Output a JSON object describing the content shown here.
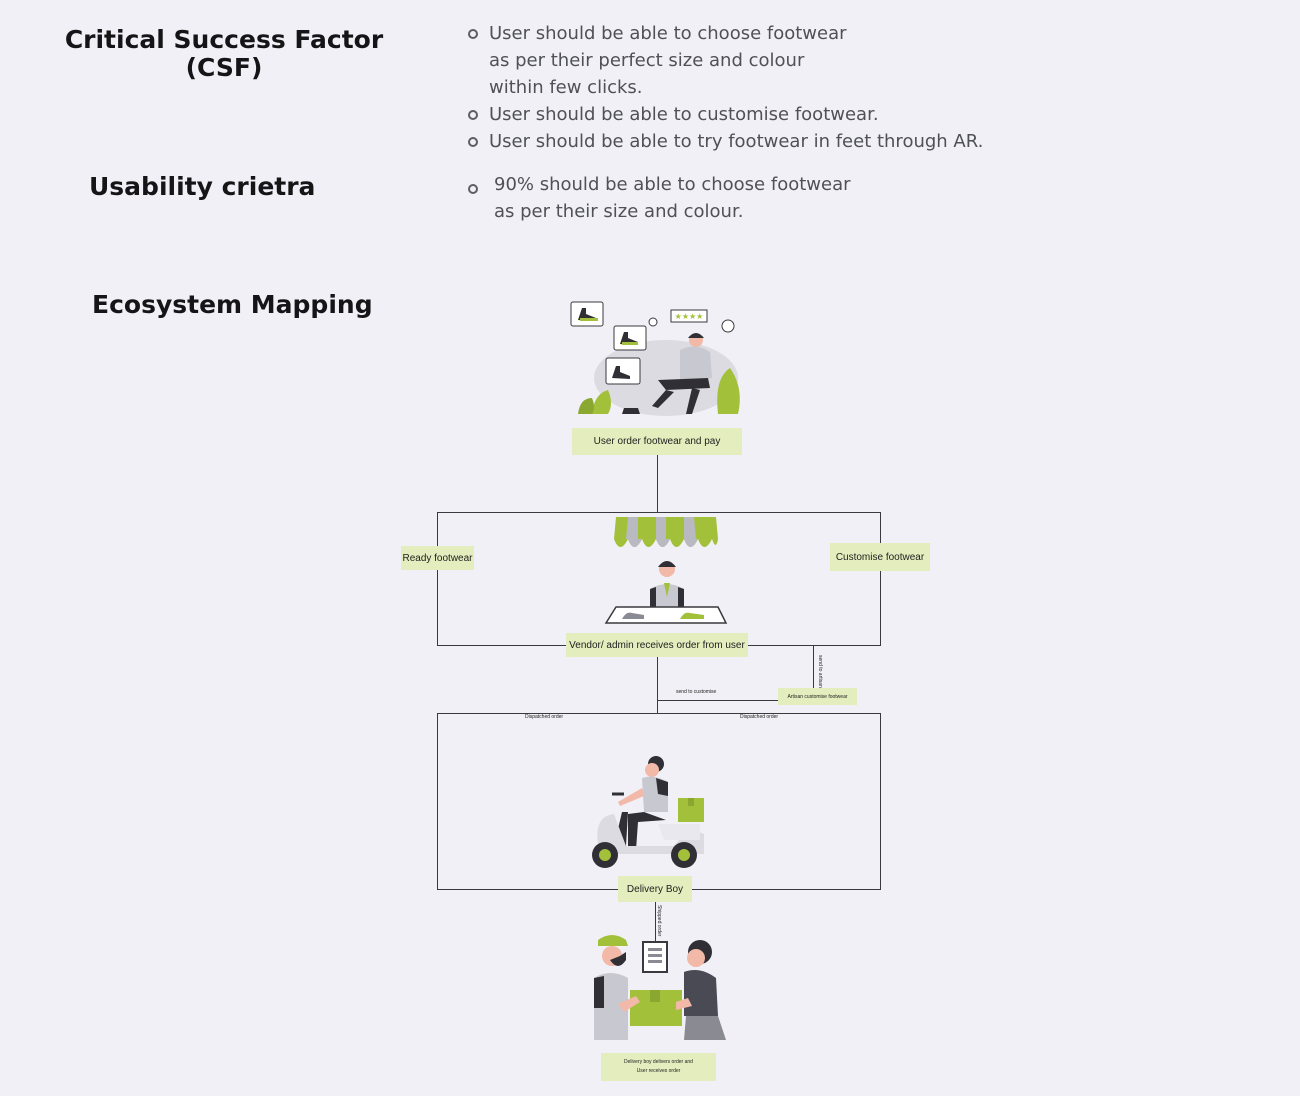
{
  "headings": {
    "csf": "Critical Success Factor (CSF)",
    "usability": "Usability crietra",
    "ecosystem": "Ecosystem Mapping"
  },
  "csf_points": [
    "User should be able to choose footwear as per their perfect size and colour within few clicks.",
    "User should be able to customise footwear.",
    "User should be able to try footwear in feet through AR."
  ],
  "usability_points": [
    "90% should be able to choose footwear as per their size and colour."
  ],
  "diagram": {
    "user_order": "User order footwear and pay",
    "ready_footwear": "Ready footwear",
    "customise_footwear": "Customise footwear",
    "vendor_receives": "Vendor/ admin receives order from user",
    "send_to_customise": "send to customise",
    "send_to_artisan": "send to artisan",
    "artisan_customise": "Artisan customise footwear",
    "dispatched_left": "Dispatched order",
    "dispatched_right": "Dispatched order",
    "delivery_boy": "Delivery Boy",
    "shipped_order": "Shipped order",
    "delivered_line1": "Delivery boy delivers order and",
    "delivered_line2": "User receives order"
  },
  "colors": {
    "accent_green": "#a3c03b",
    "label_bg": "#e4edbd",
    "line": "#3a3a3e",
    "background": "#f1f0f6"
  }
}
